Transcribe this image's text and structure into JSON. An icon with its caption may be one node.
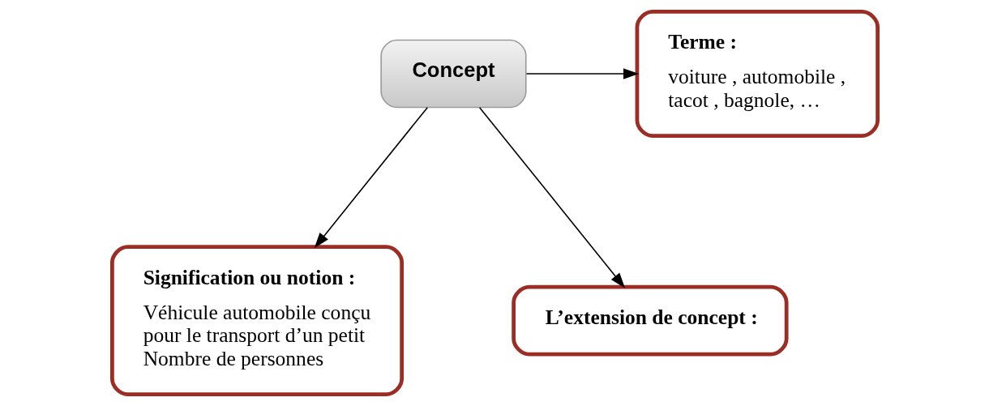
{
  "diagram": {
    "nodes": [
      {
        "text": [
          "Terme :",
          "voiture , automobile , tacot , bagnole, …"
        ]
      },
      {
        "text": [
          "Concept"
        ]
      },
      {
        "text": [
          "Signification ou notion :",
          "Véhicule automobile conçu pour le transport d’un petit Nombre de personnes"
        ]
      },
      {
        "text": [
          "L’extension de concept :"
        ]
      }
    ],
    "edges": [
      {
        "from": 1,
        "to": 0,
        "arrow": "to"
      },
      {
        "from": 1,
        "to": 2,
        "arrow": "to"
      },
      {
        "from": 1,
        "to": 3,
        "arrow": "to"
      }
    ]
  }
}
